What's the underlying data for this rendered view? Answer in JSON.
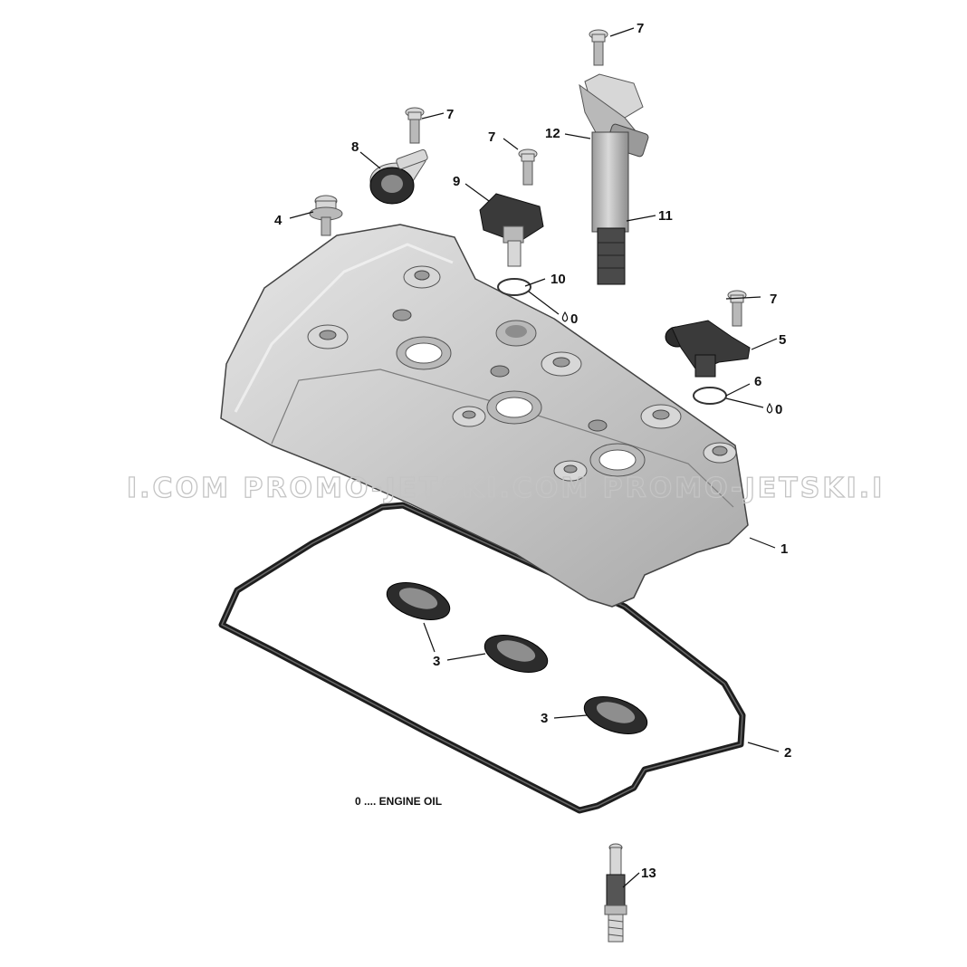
{
  "callouts": [
    {
      "id": "1",
      "text": "1"
    },
    {
      "id": "2",
      "text": "2"
    },
    {
      "id": "3a",
      "text": "3"
    },
    {
      "id": "3b",
      "text": "3"
    },
    {
      "id": "4",
      "text": "4"
    },
    {
      "id": "5",
      "text": "5"
    },
    {
      "id": "6",
      "text": "6"
    },
    {
      "id": "7a",
      "text": "7"
    },
    {
      "id": "7b",
      "text": "7"
    },
    {
      "id": "7c",
      "text": "7"
    },
    {
      "id": "7d",
      "text": "7"
    },
    {
      "id": "8",
      "text": "8"
    },
    {
      "id": "9",
      "text": "9"
    },
    {
      "id": "10",
      "text": "10"
    },
    {
      "id": "11",
      "text": "11"
    },
    {
      "id": "12",
      "text": "12"
    },
    {
      "id": "13",
      "text": "13"
    }
  ],
  "oil_marks": [
    {
      "id": "oil-10",
      "text": "0"
    },
    {
      "id": "oil-6",
      "text": "0"
    }
  ],
  "legend": {
    "text": "0 .... ENGINE OIL"
  },
  "watermark": {
    "text": "I.COM   PROMO-JETSKI.COM   PROMO-JETSKI.I"
  },
  "colors": {
    "part_fill": "#cfcfcf",
    "part_outline": "#444444",
    "gasket": "#2a2a2a",
    "watermark": "#c4c4c4"
  }
}
